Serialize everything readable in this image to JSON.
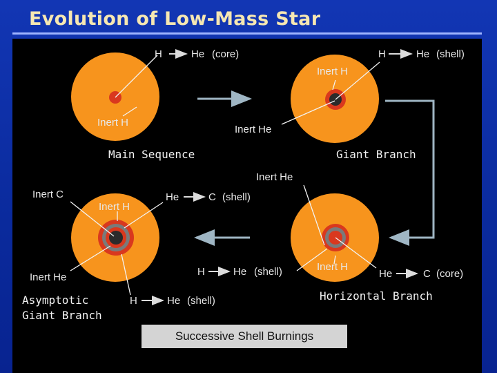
{
  "slide": {
    "title": "Evolution of Low-Mass Star",
    "caption": "Successive Shell Burnings"
  },
  "colors": {
    "background": "#0b2a9a",
    "title": "#f6e7b2",
    "panel": "#000000",
    "star": "#f7941d",
    "core_red": "#d9381e",
    "core_gray": "#7a7a7a",
    "core_dark": "#2b2b2b",
    "arrow": "#9fb6c4"
  },
  "stages": {
    "main_sequence": {
      "name": "Main Sequence",
      "labels": {
        "inner": "Inert H",
        "fusion": "H",
        "fusion_product": "He",
        "fusion_region": "(core)"
      }
    },
    "giant_branch": {
      "name": "Giant Branch",
      "labels": {
        "shell_fusion": "H",
        "shell_product": "He",
        "shell_region": "(shell)",
        "inert_h": "Inert H",
        "inert_he": "Inert He"
      }
    },
    "horizontal_branch": {
      "name": "Horizontal Branch",
      "labels": {
        "inert_he": "Inert He",
        "inert_h": "Inert H",
        "shell_fusion": "H",
        "shell_product": "He",
        "shell_region": "(shell)",
        "core_fusion": "He",
        "core_product": "C",
        "core_region": "(core)"
      }
    },
    "asymptotic_giant_branch": {
      "name_line1": "Asymptotic",
      "name_line2": "Giant Branch",
      "labels": {
        "inert_c": "Inert C",
        "inert_h": "Inert H",
        "he_fusion": "He",
        "he_product": "C",
        "he_region": "(shell)",
        "inert_he": "Inert He",
        "h_fusion": "H",
        "h_product": "He",
        "h_region": "(shell)"
      }
    }
  }
}
